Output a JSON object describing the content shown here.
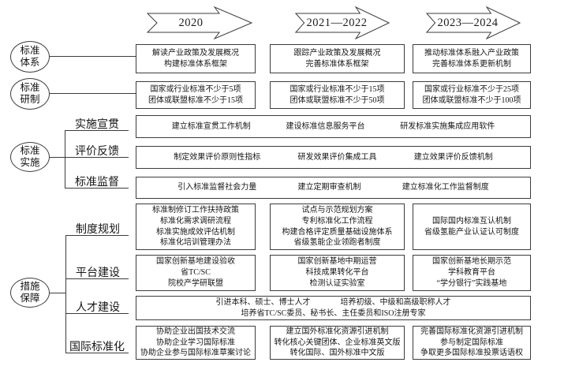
{
  "timeline": [
    {
      "label": "2020"
    },
    {
      "label": "2021—2022"
    },
    {
      "label": "2023—2024"
    }
  ],
  "categories": [
    {
      "lines": [
        "标准",
        "体系"
      ]
    },
    {
      "lines": [
        "标准",
        "研制"
      ]
    },
    {
      "lines": [
        "标准",
        "实施"
      ]
    },
    {
      "lines": [
        "措施",
        "保障"
      ]
    }
  ],
  "sub_labels": {
    "promotion": "实施宣贯",
    "evaluation": "评价反馈",
    "supervision": "标准监督",
    "institution": "制度规划",
    "platform": "平台建设",
    "talent": "人才建设",
    "international": "国际标准化"
  },
  "boxes": {
    "system": {
      "y2020": [
        "解读产业政策及发展概况",
        "构建标准体系框架"
      ],
      "y2021": [
        "跟踪产业政策及发展概况",
        "完善标准体系框架"
      ],
      "y2023": [
        "推动标准体系融入产业政策",
        "完善标准体系更新机制"
      ]
    },
    "development": {
      "y2020": [
        "国家或行业标准不少于5项",
        "团体或联盟标准不少于15项"
      ],
      "y2021": [
        "国家或行业标准不少于15项",
        "团体或联盟标准不少于50项"
      ],
      "y2023": [
        "国家或行业标准不少于25项",
        "团体或联盟标准不少于100项"
      ]
    },
    "promotion": [
      "建立标准宣贯工作机制",
      "建设标准信息服务平台",
      "研发标准实施集成应用软件"
    ],
    "evaluation": [
      "制定效果评价原则性指标",
      "研发效果评价集成工具",
      "建立效果评价反馈机制"
    ],
    "supervision": [
      "引入标准监督社会力量",
      "建立定期审查机制",
      "建立标准化工作监督制度"
    ],
    "institution": {
      "y2020": [
        "标准制修订工作扶持政策",
        "标准化需求调研流程",
        "标准实施成效评估机制",
        "标准化培训管理办法"
      ],
      "y2021": [
        "试点与示范规划方案",
        "专利标准化工作流程",
        "构建合格评定质量基础设施体系",
        "省级氢能企业领跑者制度"
      ],
      "y2023": [
        "国际国内标准互认机制",
        "省级氢能产业认证认可制度"
      ]
    },
    "platform": {
      "y2020": [
        "国家创新基地建设验收",
        "省TC/SC",
        "院校产学研联盟"
      ],
      "y2021": [
        "国家创新基地中期运营",
        "科技成果转化平台",
        "检测认证实验室"
      ],
      "y2023": [
        "国家创新基地长期示范",
        "学科教育平台",
        "“学分银行”实践基地"
      ]
    },
    "talent": {
      "row1": [
        "引进本科、硕士、博士人才",
        "培养初级、中级和高级职称人才"
      ],
      "row2": "培养省TC/SC委员、秘书长、主任委员和ISO注册专家"
    },
    "international": {
      "y2020": [
        "协助企业出国技术交流",
        "协助企业学习国际标准",
        "协助企业参与国际标准草案讨论"
      ],
      "y2021": [
        "建立国外标准化资源引进机制",
        "转化核心关键团体、企业标准英文版",
        "转化国际、国外标准中文版"
      ],
      "y2023": [
        "完善国际标准化资源引进机制",
        "参与制定国际标准",
        "争取更多国际标准投票话语权"
      ]
    }
  },
  "colors": {
    "border": "#3c3c3c",
    "text": "#111111",
    "background": "#ffffff"
  }
}
